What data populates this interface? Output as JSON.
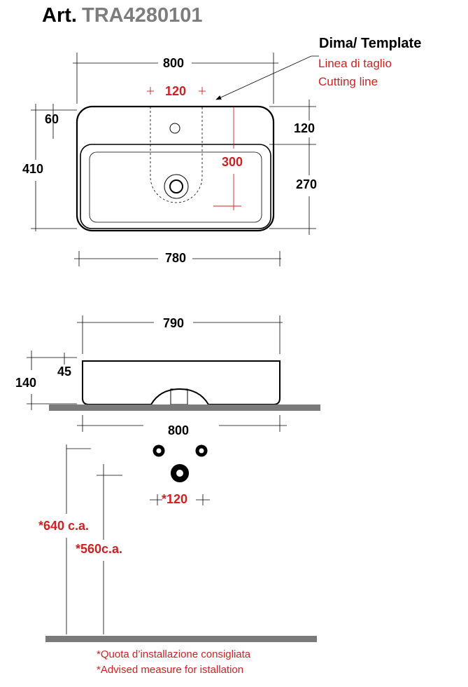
{
  "header": {
    "art_prefix": "Art.",
    "art_code": "TRA4280101"
  },
  "template_callout": {
    "title": "Dima/ Template",
    "line1": "Linea di taglio",
    "line2": "Cutting line"
  },
  "top_view": {
    "overall_width": "800",
    "tap_spacing": "120",
    "rear_margin": "60",
    "total_depth": "410",
    "deck_depth": "120",
    "bowl_depth": "270",
    "cutout_depth": "300",
    "base_width": "780"
  },
  "side_view": {
    "top_width": "790",
    "height": "140",
    "rim": "45",
    "base_width": "800"
  },
  "install": {
    "hole_spacing": "*120",
    "height_upper": "*640 c.a.",
    "height_lower": "*560c.a."
  },
  "footnote": {
    "it": "*Quota d’installazione consigliata",
    "en": "*Advised measure for istallation"
  },
  "colors": {
    "accent_red": "#cc2222",
    "gray_title": "#7d7d7d",
    "floor_gray": "#7a7a7a"
  }
}
